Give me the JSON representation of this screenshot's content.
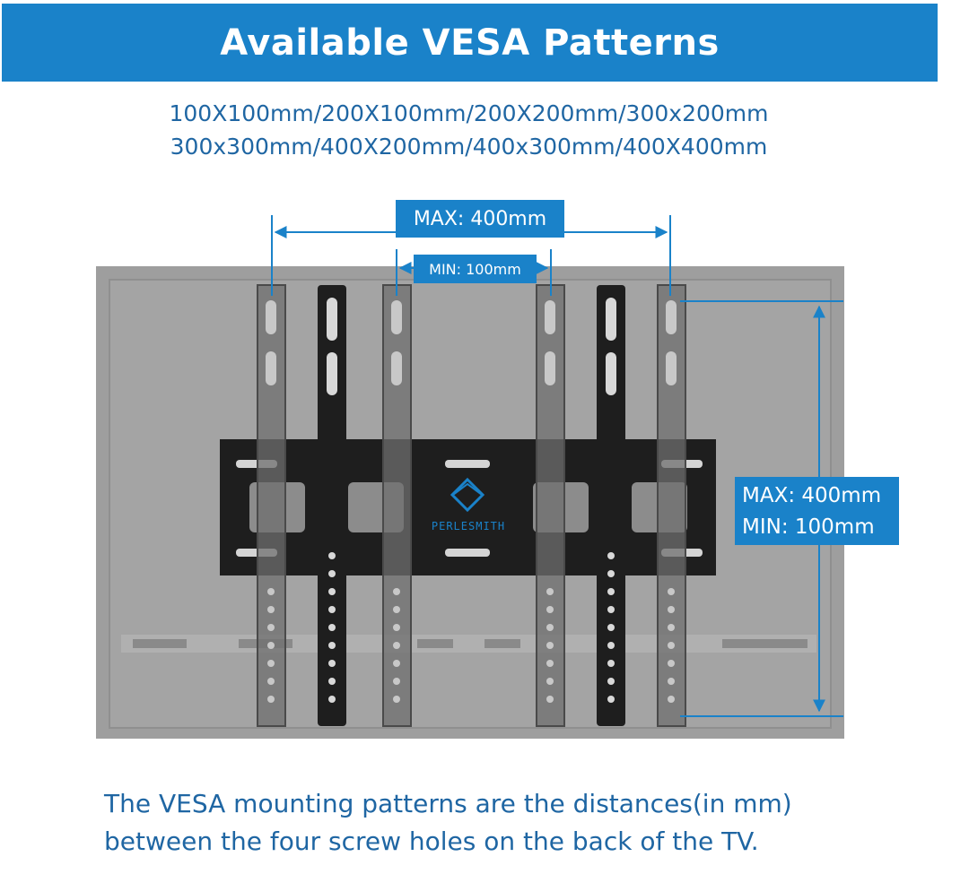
{
  "header": {
    "title": "Available VESA Patterns"
  },
  "patterns": {
    "line1": "100X100mm/200X100mm/200X200mm/300x200mm",
    "line2": "300x300mm/400X200mm/400x300mm/400X400mm"
  },
  "labels": {
    "max_horizontal": "MAX: 400mm",
    "min_horizontal": "MIN: 100mm",
    "max_vertical": "MAX: 400mm",
    "min_vertical": "MIN: 100mm"
  },
  "brand": {
    "name": "PERLESMITH"
  },
  "footer": {
    "line1": "The VESA mounting patterns are the distances(in mm)",
    "line2": "between the four screw holes on the back of the TV."
  },
  "colors": {
    "accent": "#1a82c9",
    "text": "#1f66a3",
    "tv_back": "#9e9e9e",
    "bracket": "#1e1e1e"
  }
}
